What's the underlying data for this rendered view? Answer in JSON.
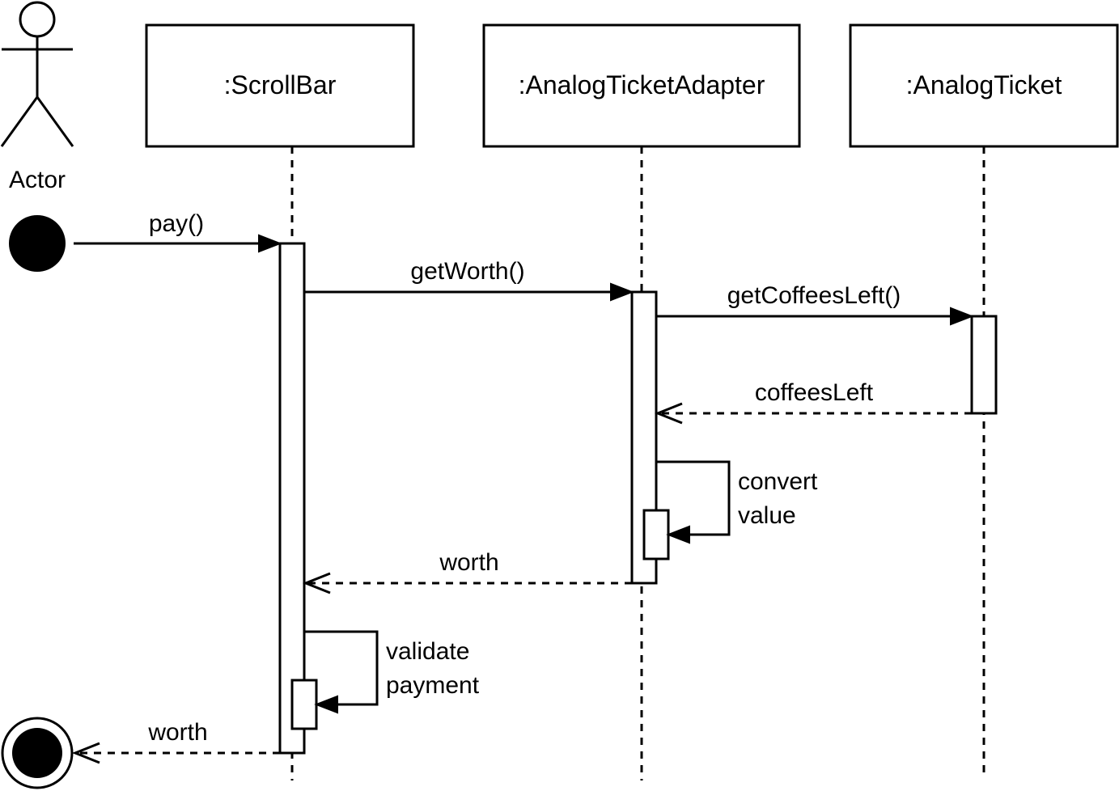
{
  "actor": {
    "label": "Actor"
  },
  "participants": [
    {
      "id": "scrollbar",
      "label": ":ScrollBar"
    },
    {
      "id": "adapter",
      "label": ":AnalogTicketAdapter"
    },
    {
      "id": "ticket",
      "label": ":AnalogTicket"
    }
  ],
  "messages": {
    "pay": "pay()",
    "get_worth": "getWorth()",
    "get_coffees_left": "getCoffeesLeft()",
    "coffees_left": "coffeesLeft",
    "convert_value_line1": "convert",
    "convert_value_line2": "value",
    "worth_return": "worth",
    "validate_payment_line1": "validate",
    "validate_payment_line2": "payment",
    "worth_final": "worth"
  },
  "colors": {
    "stroke": "#000000",
    "background": "#ffffff"
  }
}
